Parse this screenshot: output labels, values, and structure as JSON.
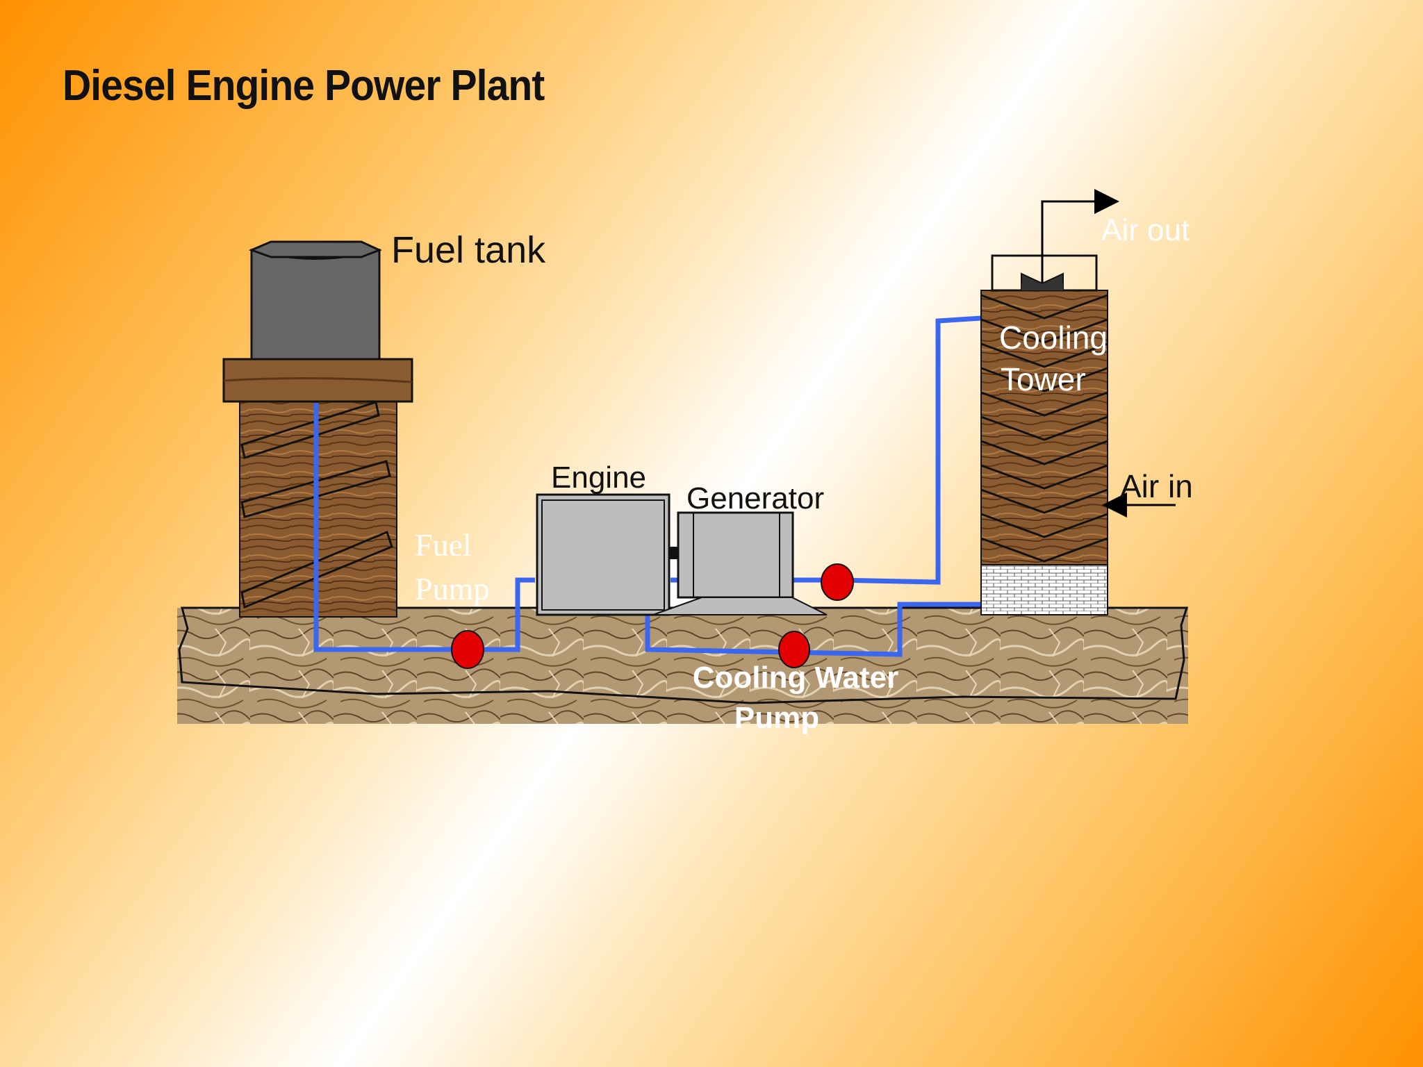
{
  "title": "Diesel Engine Power Plant",
  "labels": {
    "fuel_tank": "Fuel tank",
    "fuel_pump_line1": "Fuel",
    "fuel_pump_line2": "Pump",
    "engine": "Engine",
    "generator": "Generator",
    "cooling_tower_line1": "Cooling",
    "cooling_tower_line2": "Tower",
    "air_out": "Air out",
    "air_in": "Air in",
    "cooling_pump_line1": "Cooling Water",
    "cooling_pump_line2": "Pump"
  },
  "colors": {
    "pipe": "#3a66f0",
    "pump": "#e40000",
    "tank": "#666666",
    "wood": "#8a5a30",
    "machine": "#bdbdbd",
    "ground": "#a88a64"
  }
}
